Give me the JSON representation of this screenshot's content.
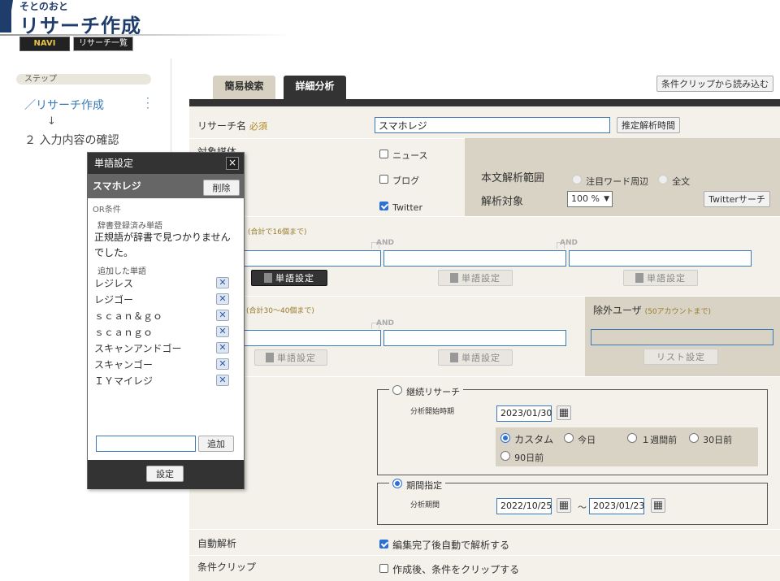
{
  "header": {
    "brand_sub": "そとのおと",
    "title": "リサーチ作成",
    "navi_label": "NAVI",
    "research_list_label": "リサーチ一覧"
  },
  "steps": {
    "heading": "ステップ",
    "step1": "リサーチ作成",
    "arrow": "↓",
    "step2": "入力内容の確認"
  },
  "tabs": {
    "simple": "簡易検索",
    "detail": "詳細分析",
    "clip_load": "条件クリップから読み込む"
  },
  "form": {
    "research_name_label": "リサーチ名",
    "required": "必須",
    "research_name_value": "スマホレジ",
    "estimate_button": "推定解析時間",
    "media_label": "対象媒体",
    "media": [
      {
        "label": "ニュース",
        "checked": false
      },
      {
        "label": "ブログ",
        "checked": false
      },
      {
        "label": "Twitter",
        "checked": true
      }
    ],
    "body_range_label": "本文解析範囲",
    "body_range_options": [
      "注目ワード周辺",
      "全文"
    ],
    "target_label": "解析対象",
    "target_value": "100 %",
    "twitter_search_button": "Twitterサーチ",
    "keyword_note": "(合計で16個まで)",
    "and_label": "AND",
    "word_setting_button": "単語設定",
    "exclude_note": "(合計30～40個まで)",
    "exclude_user_label": "除外ユーザ",
    "exclude_user_note": "(50アカウントまで)",
    "list_setting_button": "リスト設定",
    "continuous_label": "継続リサーチ",
    "start_label": "分析開始時期",
    "start_date": "2023/01/30",
    "start_options": [
      {
        "label": "カスタム",
        "on": true
      },
      {
        "label": "今日",
        "on": false
      },
      {
        "label": "１週間前",
        "on": false
      },
      {
        "label": "30日前",
        "on": false
      },
      {
        "label": "90日前",
        "on": false
      }
    ],
    "period_label": "期間指定",
    "period_field_label": "分析期間",
    "period_from": "2022/10/25",
    "period_tilde": "～",
    "period_to": "2023/01/23",
    "auto_label": "自動解析",
    "auto_text": "編集完了後自動で解析する",
    "clip_label": "条件クリップ",
    "clip_text": "作成後、条件をクリップする"
  },
  "popup": {
    "title": "単語設定",
    "close": "×",
    "term": "スマホレジ",
    "delete_button": "削除",
    "or_label": "OR条件",
    "dict_label": "辞書登録済み単語",
    "dict_message": "正規語が辞書で見つかりませんでした。",
    "added_label": "追加した単語",
    "words": [
      "レジレス",
      "レジゴー",
      "ｓｃａｎ＆ｇｏ",
      "ｓｃａｎｇｏ",
      "スキャンアンドゴー",
      "スキャンゴー",
      "ＩＹマイレジ"
    ],
    "add_button": "追加",
    "set_button": "設定",
    "remove_icon": "✕"
  }
}
